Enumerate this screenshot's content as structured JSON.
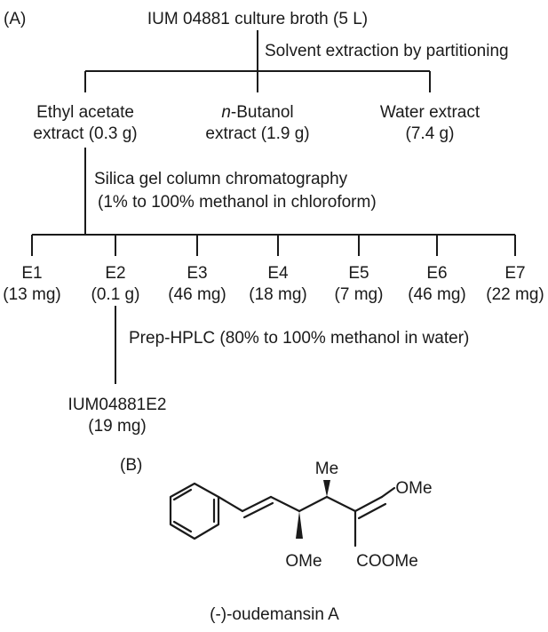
{
  "panel_a_label": "(A)",
  "panel_b_label": "(B)",
  "root": "IUM 04881 culture broth (5 L)",
  "step1": "Solvent extraction by partitioning",
  "extracts": [
    {
      "line1": "Ethyl acetate",
      "line2": "extract (0.3 g)"
    },
    {
      "line1_italic": "n",
      "line1": "-Butanol",
      "line2": "extract (1.9 g)"
    },
    {
      "line1": "Water extract",
      "line2": "(7.4 g)"
    }
  ],
  "step2_line1": "Silica gel column chromatography",
  "step2_line2": "(1% to 100% methanol in chloroform)",
  "fractions": [
    {
      "name": "E1",
      "amount": "(13 mg)"
    },
    {
      "name": "E2",
      "amount": "(0.1 g)"
    },
    {
      "name": "E3",
      "amount": "(46 mg)"
    },
    {
      "name": "E4",
      "amount": "(18 mg)"
    },
    {
      "name": "E5",
      "amount": "(7 mg)"
    },
    {
      "name": "E6",
      "amount": "(46 mg)"
    },
    {
      "name": "E7",
      "amount": "(22 mg)"
    }
  ],
  "step3": "Prep-HPLC  (80% to 100% methanol in water)",
  "product_name": "IUM04881E2",
  "product_amount": "(19 mg)",
  "molecule": {
    "me": "Me",
    "ome_top": "OMe",
    "ome_bottom": "OMe",
    "coome": "COOMe",
    "name": "(-)-oudemansin A"
  }
}
